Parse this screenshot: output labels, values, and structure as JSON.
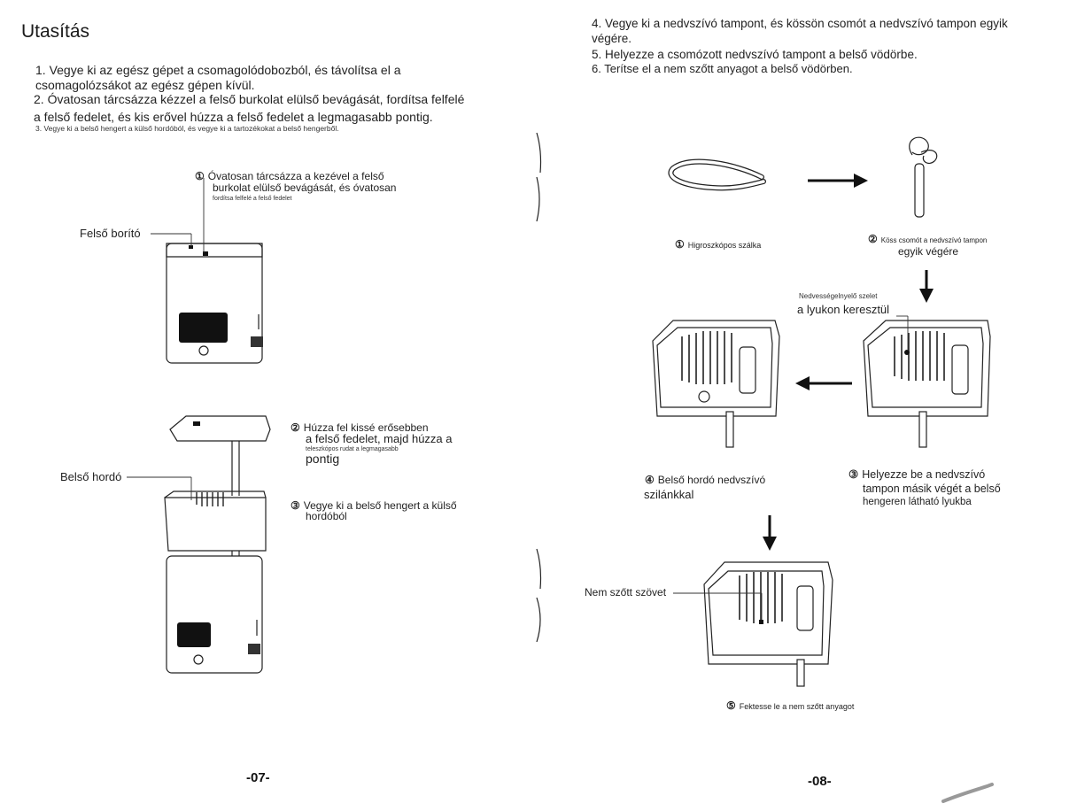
{
  "title": "Utasítás",
  "left_page": {
    "steps": [
      "1. Vegye ki az egész gépet a csomagolódobozból, és távolítsa el a",
      "csomagolózsákot az egész gépen kívül.",
      "2. Óvatosan tárcsázza kézzel a felső burkolat elülső bevágását, fordítsa felfelé",
      "a felső fedelet, és kis erővel húzza a felső fedelet a legmagasabb pontig.",
      "3. Vegye ki a belső hengert a külső hordóból, és vegye ki a tartozékokat a belső hengerből."
    ],
    "callout1": {
      "marker": "①",
      "line1": "Óvatosan tárcsázza a kezével a felső",
      "line2": "burkolat elülső bevágását, és óvatosan",
      "line3": "fordítsa felfelé a felső fedelet"
    },
    "label_top_cover": "Felső borító",
    "callout2": {
      "marker": "②",
      "line1": "Húzza fel kissé erősebben",
      "line2": "a felső fedelet, majd húzza a",
      "line3": "teleszkópos rudat a legmagasabb",
      "line4": "pontig"
    },
    "label_inner_barrel": "Belső hordó",
    "callout3": {
      "marker": "③",
      "line1": "Vegye ki a belső hengert a külső",
      "line2": "hordóból"
    },
    "page_number": "-07-"
  },
  "right_page": {
    "steps": [
      "4. Vegye ki a nedvszívó tampont, és kössön csomót a nedvszívó tampon egyik",
      "végére.",
      "5. Helyezze a csomózott nedvszívó tampont a belső vödörbe.",
      "6. Terítse el a nem szőtt anyagot a belső vödörben."
    ],
    "fig1": {
      "marker": "①",
      "label": "Higroszkópos szálka"
    },
    "fig2": {
      "marker": "②",
      "line1": "Köss csomót a nedvszívó tampon",
      "line2": "egyik végére"
    },
    "moisture_label": {
      "line1": "Nedvességelnyelő szelet",
      "line2": "a lyukon keresztül"
    },
    "fig3": {
      "marker": "③",
      "line1": "Helyezze be a nedvszívó",
      "line2": "tampon másik végét a belső",
      "line3": "hengeren látható lyukba"
    },
    "fig4": {
      "marker": "④",
      "line1": "Belső hordó nedvszívó",
      "line2": "szilánkkal"
    },
    "label_nonwoven": "Nem szőtt szövet",
    "fig5": {
      "marker": "⑤",
      "label": "Fektesse le a nem szőtt anyagot"
    },
    "page_number": "-08-"
  }
}
